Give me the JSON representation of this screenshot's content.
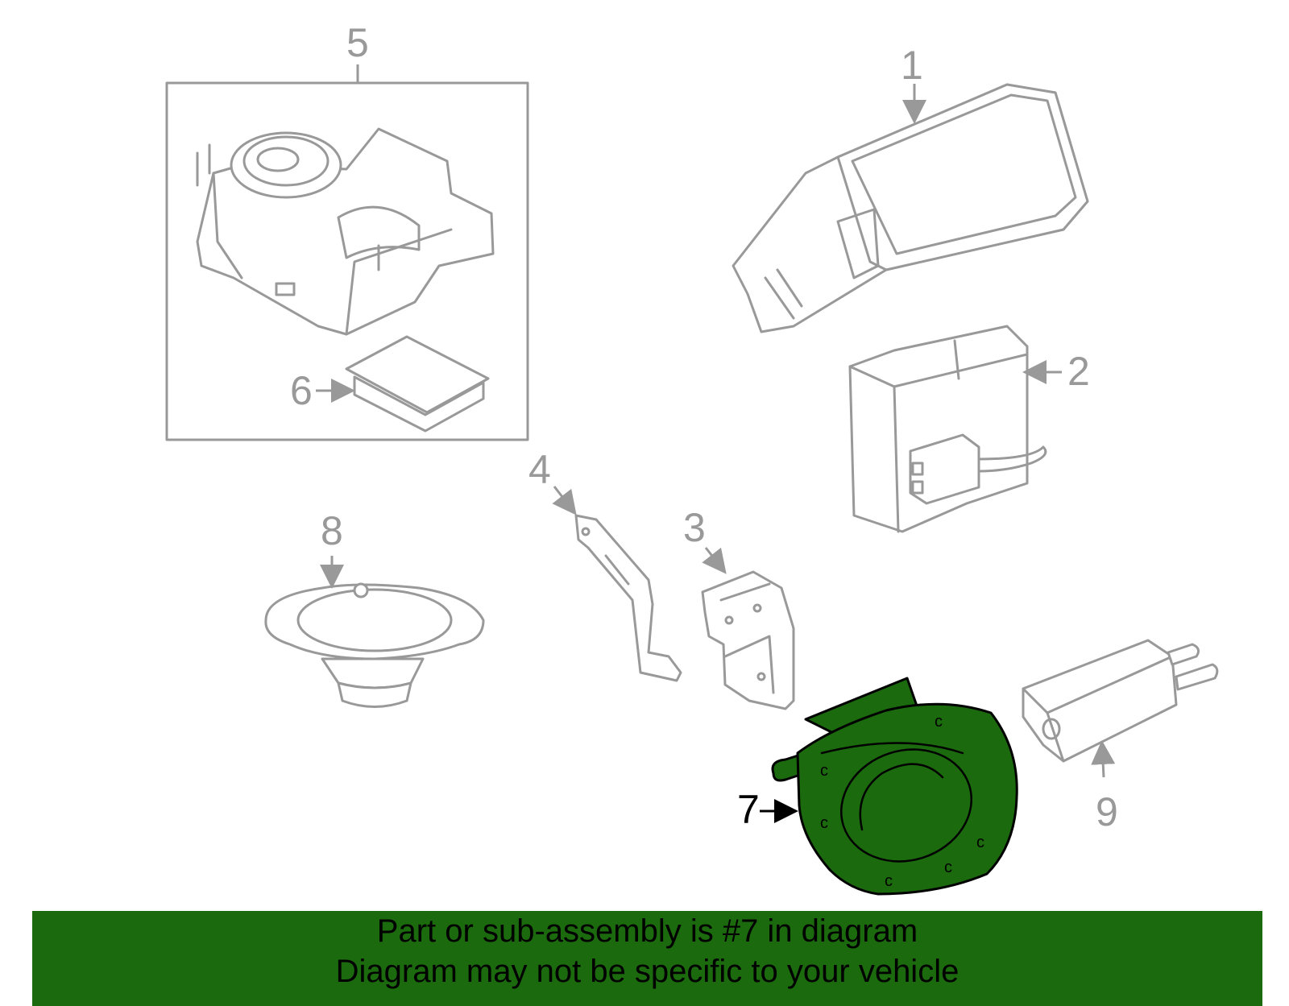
{
  "diagram": {
    "highlight_color": "#1b6a0d",
    "highlighted_part": "7",
    "callouts": [
      {
        "id": "1",
        "label": "1"
      },
      {
        "id": "2",
        "label": "2"
      },
      {
        "id": "3",
        "label": "3"
      },
      {
        "id": "4",
        "label": "4"
      },
      {
        "id": "5",
        "label": "5"
      },
      {
        "id": "6",
        "label": "6"
      },
      {
        "id": "7",
        "label": "7"
      },
      {
        "id": "8",
        "label": "8"
      },
      {
        "id": "9",
        "label": "9"
      }
    ]
  },
  "footer": {
    "background": "#1b6a0d",
    "line1": "Part or sub-assembly is #7 in diagram",
    "line2": "Diagram may not be specific to your vehicle"
  }
}
